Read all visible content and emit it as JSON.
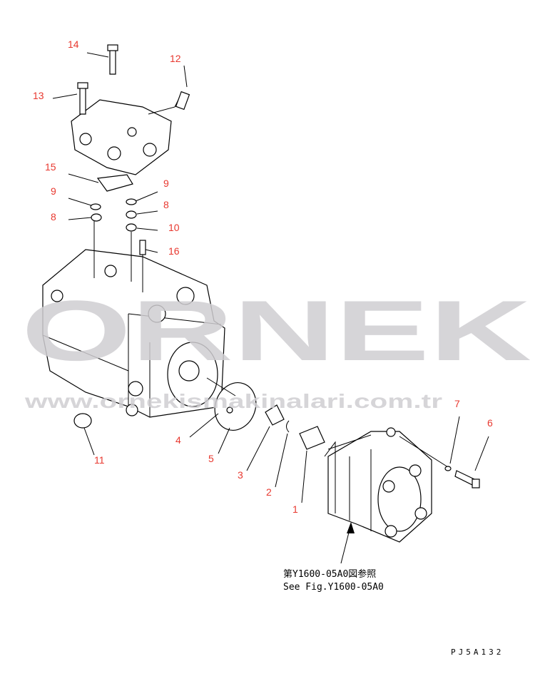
{
  "watermark": {
    "brand": "ORNEK",
    "url": "www.ornekismakinalari.com.tr"
  },
  "callouts": [
    "14",
    "12",
    "13",
    "15",
    "9",
    "9",
    "8",
    "8",
    "10",
    "16",
    "11",
    "4",
    "5",
    "3",
    "2",
    "1",
    "7",
    "6"
  ],
  "reference": {
    "line_jp": "第Y1600-05A0図参照",
    "line_en": "See Fig.Y1600-05A0"
  },
  "drawing_code": "PJ5A132",
  "colors": {
    "callout": "#e8382f",
    "watermark": "#d0ced2"
  }
}
